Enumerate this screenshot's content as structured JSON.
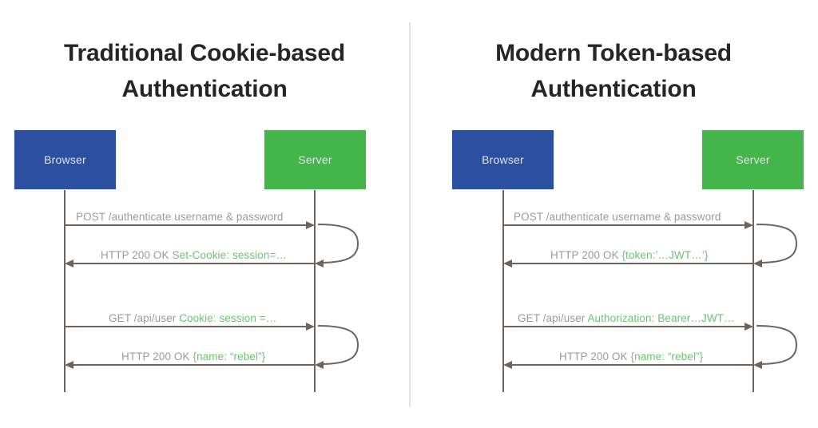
{
  "page": {
    "background": "#ffffff",
    "divider_color": "#e2e2e2"
  },
  "colors": {
    "browser_box": "#2B50A2",
    "server_box": "#44B649",
    "actor_label": "#dfe3ec",
    "line": "#6b645f",
    "message_text": "#9b9b9b",
    "highlight_text": "#6cc46e",
    "title_text": "#262626"
  },
  "panels": [
    {
      "id": "cookie",
      "title": "Traditional Cookie-based Authentication",
      "title_line1": "Traditional Cookie-based",
      "title_line2": "Authentication",
      "actors": [
        {
          "name": "browser",
          "label": "Browser"
        },
        {
          "name": "server",
          "label": "Server"
        }
      ],
      "messages": [
        {
          "direction": "request",
          "text_plain": "POST /authenticate username & password",
          "text_highlight": ""
        },
        {
          "direction": "response",
          "text_plain": "HTTP 200 OK ",
          "text_highlight": "Set-Cookie: session=…"
        },
        {
          "direction": "request",
          "text_plain": "GET /api/user ",
          "text_highlight": "Cookie: session =…"
        },
        {
          "direction": "response",
          "text_plain": "HTTP 200 OK ",
          "text_highlight": "{name: “rebel”}"
        }
      ]
    },
    {
      "id": "token",
      "title": "Modern Token-based Authentication",
      "title_line1": "Modern Token-based",
      "title_line2": "Authentication",
      "actors": [
        {
          "name": "browser",
          "label": "Browser"
        },
        {
          "name": "server",
          "label": "Server"
        }
      ],
      "messages": [
        {
          "direction": "request",
          "text_plain": "POST /authenticate username & password",
          "text_highlight": ""
        },
        {
          "direction": "response",
          "text_plain": "HTTP 200 OK ",
          "text_highlight": "{token:’…JWT…’}"
        },
        {
          "direction": "request",
          "text_plain": "GET /api/user ",
          "text_highlight": "Authorization: Bearer…JWT…"
        },
        {
          "direction": "response",
          "text_plain": "HTTP 200 OK ",
          "text_highlight": "{name: “rebel”}"
        }
      ]
    }
  ]
}
